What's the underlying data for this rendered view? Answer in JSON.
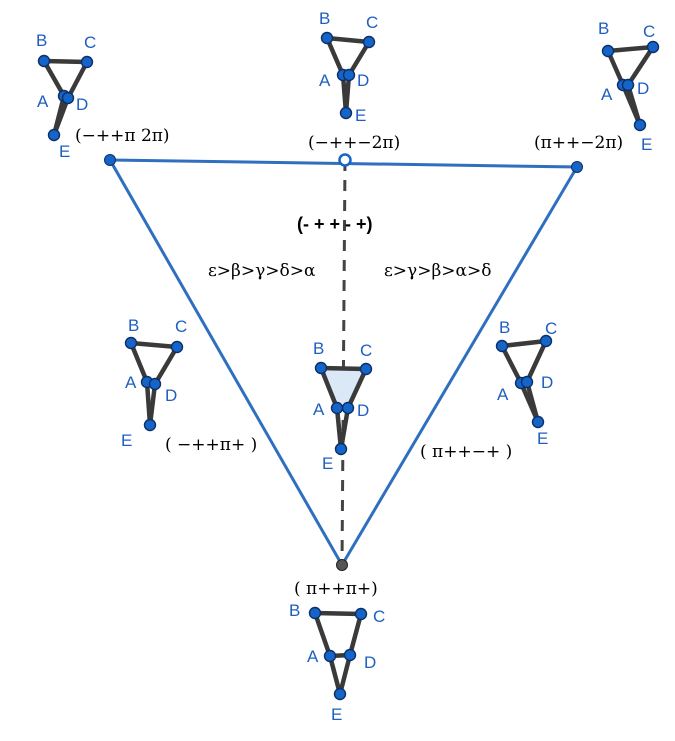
{
  "vertex_names": [
    "A",
    "B",
    "C",
    "D",
    "E"
  ],
  "labels": {
    "top_left": "(−++π 2π)",
    "top_mid": "(−++−2π)",
    "top_right": "(π++−2π)",
    "bottom": "( π++π+)",
    "left_edge": "( −++π+ )",
    "right_edge": "( π++−+ )",
    "center_sign": "(- + + - +)",
    "left_order": "ε>β>γ>δ>α",
    "right_order": "ε>γ>β>α>δ"
  },
  "colors": {
    "triangle": "#2e6fc0",
    "vertex": "#1565c8",
    "vertex_label": "#1f5fbf",
    "center_fill": "#dbe8f7"
  }
}
